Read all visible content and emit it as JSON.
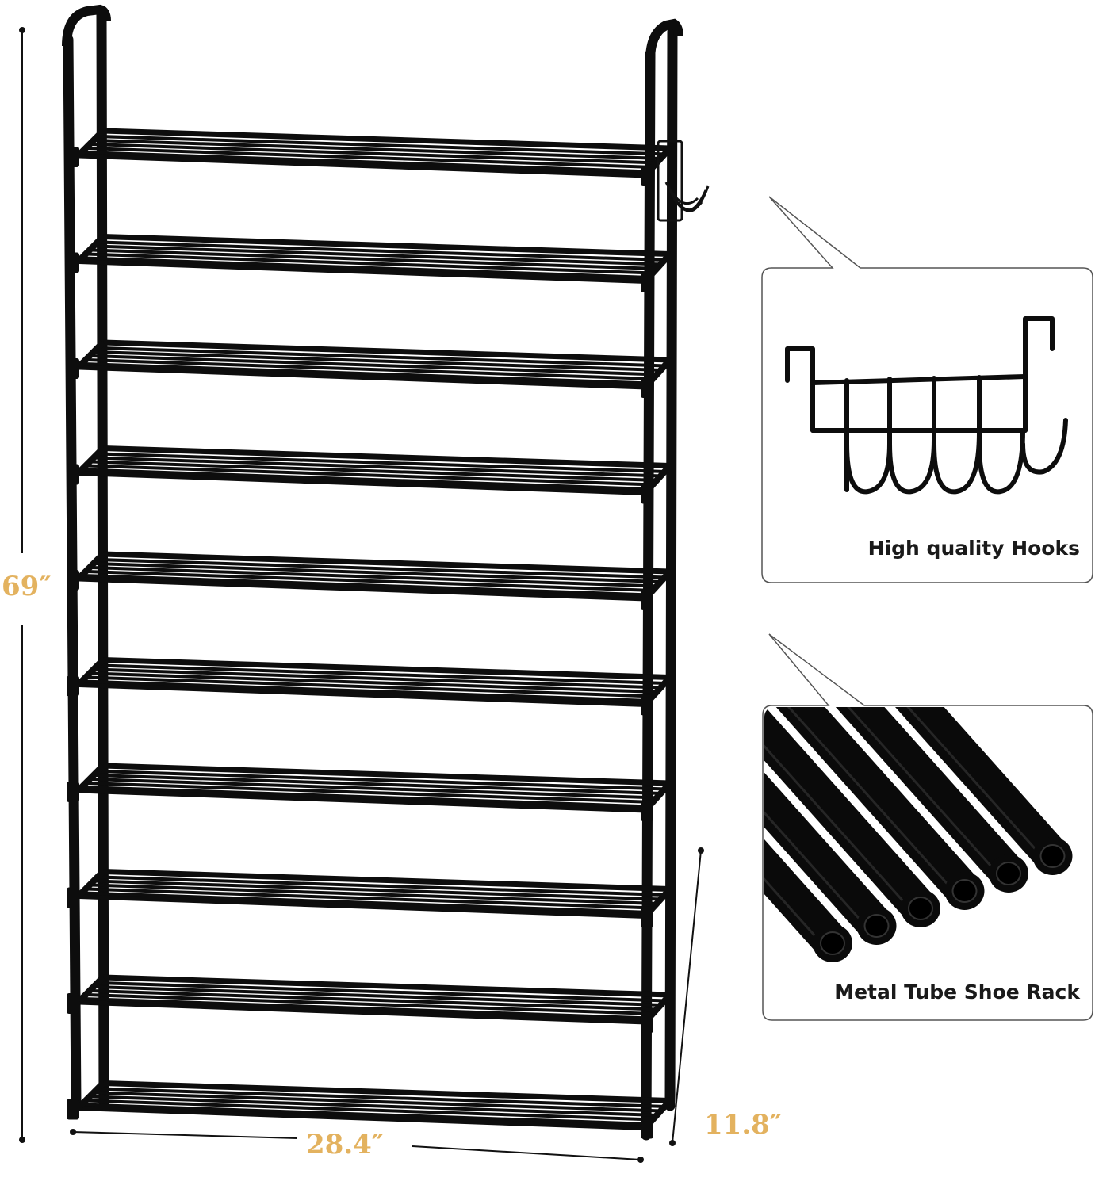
{
  "dimensions": {
    "height": "69″",
    "width": "28.4″",
    "depth": "11.8″"
  },
  "callouts": [
    {
      "caption": "High quality Hooks",
      "icon": "over-door-hook-icon"
    },
    {
      "caption": "Metal Tube Shoe Rack",
      "icon": "metal-tube-icon"
    }
  ],
  "product": {
    "tiers": 10,
    "hooks": 5,
    "tubes_per_shelf": 6
  },
  "colors": {
    "frame": "#0d0d0d",
    "dimension_text": "#e3b25f",
    "callout_border": "#555555"
  }
}
